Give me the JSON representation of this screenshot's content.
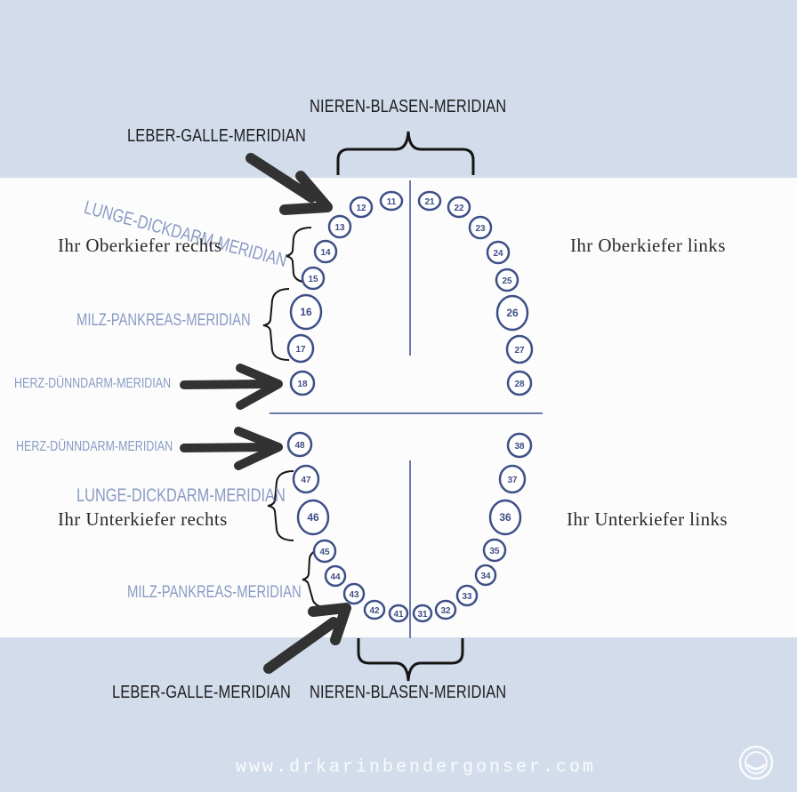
{
  "labels": {
    "nieren_top": "NIEREN-BLASEN-MERIDIAN",
    "leber_top": "LEBER-GALLE-MERIDIAN",
    "lunge_top": "LUNGE-DICKDARM-MERIDIAN",
    "ober_rechts": "Ihr Oberkiefer rechts",
    "ober_links": "Ihr Oberkiefer links",
    "milz_top": "MILZ-PANKREAS-MERIDIAN",
    "herz_top": "HERZ-DÜNNDARM-MERIDIAN",
    "herz_bottom": "HERZ-DÜNNDARM-MERIDIAN",
    "lunge_bottom": "LUNGE-DICKDARM-MERIDIAN",
    "unter_rechts": "Ihr Unterkiefer rechts",
    "unter_links": "Ihr Unterkiefer links",
    "milz_bottom": "MILZ-PANKREAS-MERIDIAN",
    "leber_bottom": "LEBER-GALLE-MERIDIAN",
    "nieren_bottom": "NIEREN-BLASEN-MERIDIAN"
  },
  "teeth_upper_right": [
    "11",
    "12",
    "13",
    "14",
    "15",
    "16",
    "17",
    "18"
  ],
  "teeth_upper_left": [
    "21",
    "22",
    "23",
    "24",
    "25",
    "26",
    "27",
    "28"
  ],
  "teeth_lower_left": [
    "31",
    "32",
    "33",
    "34",
    "35",
    "36",
    "37",
    "38"
  ],
  "teeth_lower_right": [
    "41",
    "42",
    "43",
    "44",
    "45",
    "46",
    "47",
    "48"
  ],
  "website": "www.drkarinbendergonser.com",
  "colors": {
    "band": "#d3dcea",
    "tooth_outline": "#3d4f86",
    "meridian_text": "#8a9bc2",
    "arrow": "#333333"
  }
}
